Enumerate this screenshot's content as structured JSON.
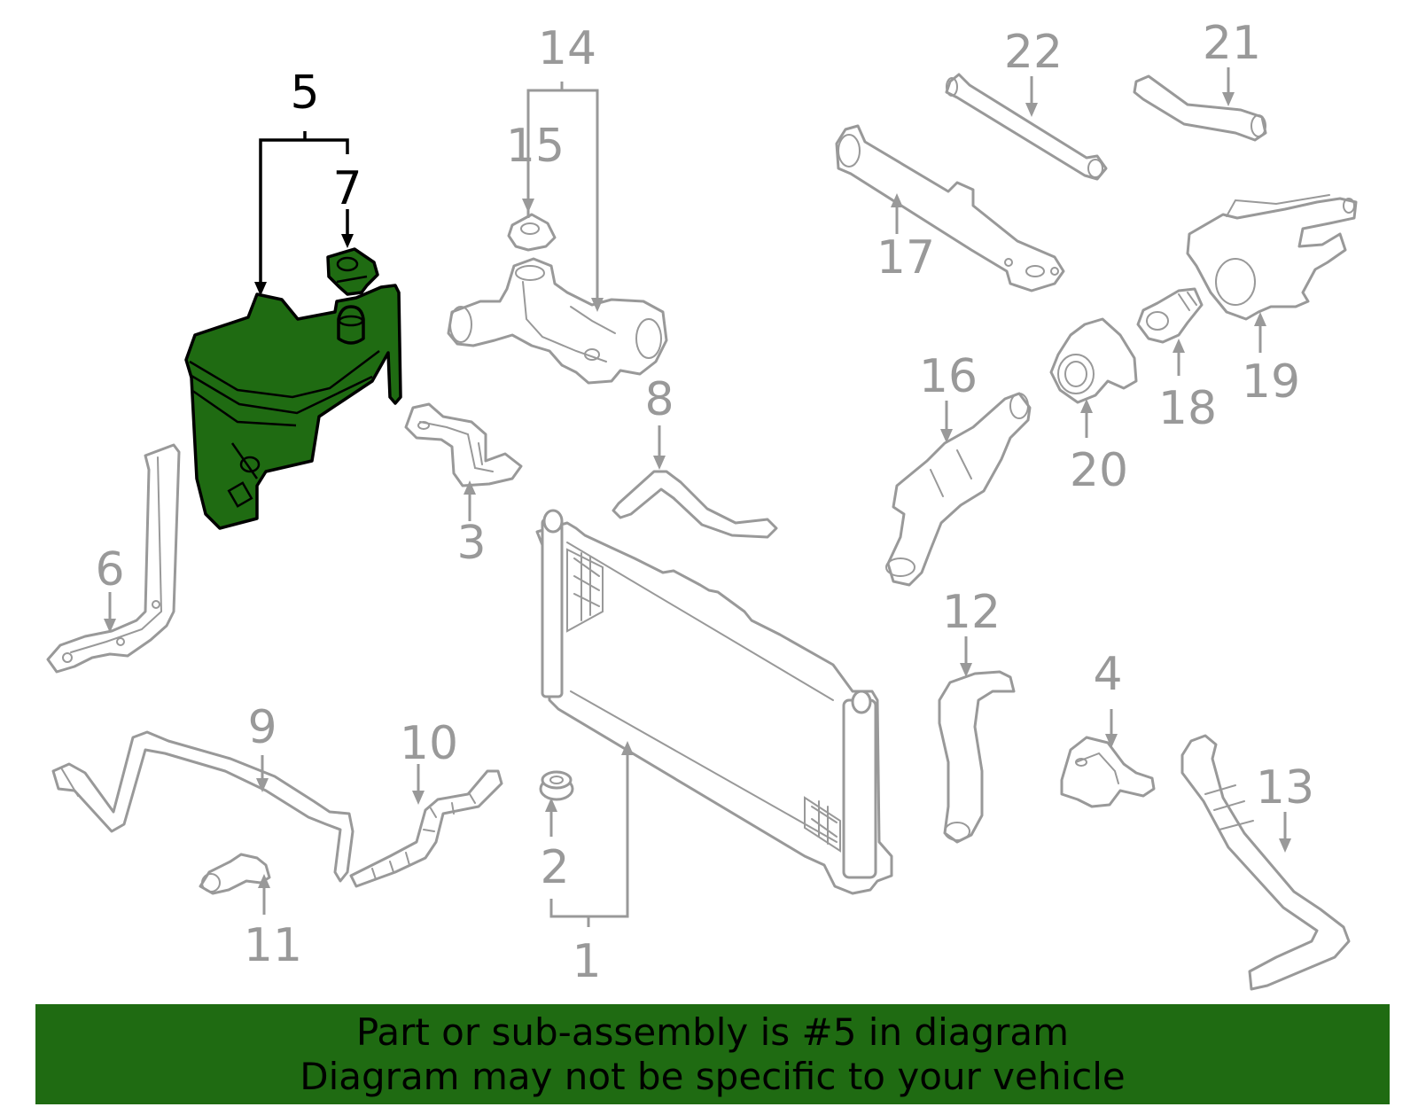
{
  "diagram": {
    "highlighted_part": "5",
    "highlight_color": "#1f6b12",
    "part_color": "#999999",
    "callouts": [
      "1",
      "2",
      "3",
      "4",
      "5",
      "6",
      "7",
      "8",
      "9",
      "10",
      "11",
      "12",
      "13",
      "14",
      "15",
      "16",
      "17",
      "18",
      "19",
      "20",
      "21",
      "22"
    ]
  },
  "banner": {
    "line1": "Part or sub-assembly is #5 in diagram",
    "line2": "Diagram may not be specific to your vehicle"
  }
}
